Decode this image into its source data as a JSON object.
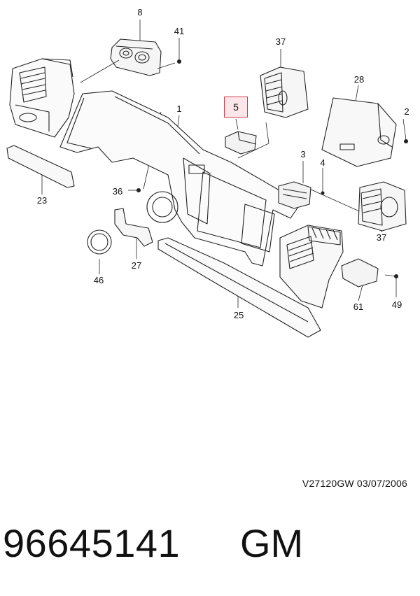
{
  "diagram": {
    "callouts": [
      {
        "id": "8",
        "label": "8"
      },
      {
        "id": "41",
        "label": "41"
      },
      {
        "id": "37-top",
        "label": "37"
      },
      {
        "id": "28",
        "label": "28"
      },
      {
        "id": "5",
        "label": "5",
        "highlighted": true
      },
      {
        "id": "1",
        "label": "1"
      },
      {
        "id": "2",
        "label": "2"
      },
      {
        "id": "3",
        "label": "3"
      },
      {
        "id": "4",
        "label": "4"
      },
      {
        "id": "36",
        "label": "36"
      },
      {
        "id": "23",
        "label": "23"
      },
      {
        "id": "37-bottom",
        "label": "37"
      },
      {
        "id": "46",
        "label": "46"
      },
      {
        "id": "27",
        "label": "27"
      },
      {
        "id": "25",
        "label": "25"
      },
      {
        "id": "61",
        "label": "61"
      },
      {
        "id": "49",
        "label": "49"
      }
    ],
    "drawing_code": "V27120GW  03/07/2006",
    "highlight_color": "#d03a4a"
  },
  "footer": {
    "part_number": "96645141",
    "brand": "GM"
  }
}
